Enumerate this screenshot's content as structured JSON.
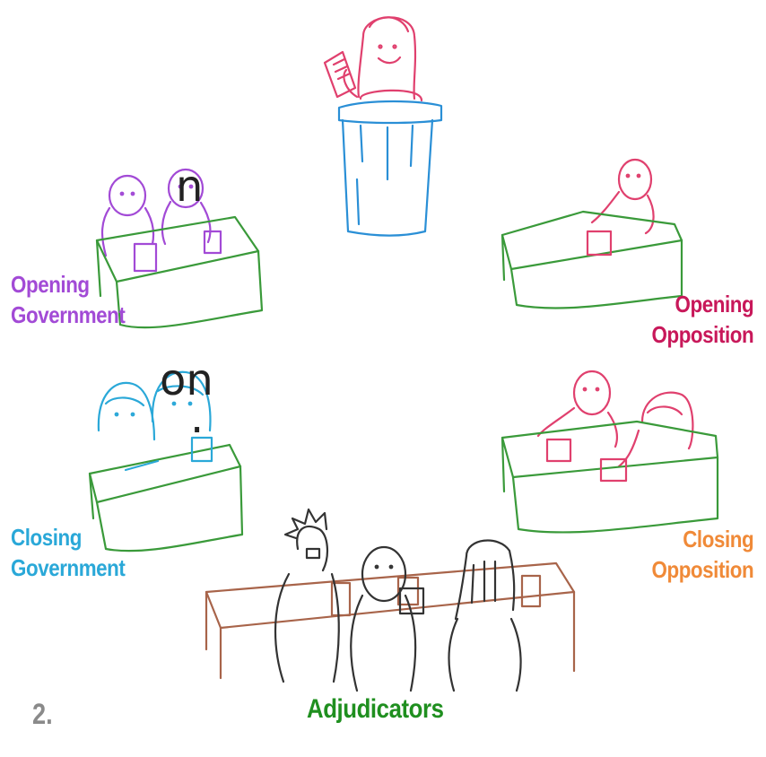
{
  "labels": {
    "opening_government": [
      "Opening",
      "Government"
    ],
    "opening_opposition": [
      "Opening",
      "Opposition"
    ],
    "closing_government": [
      "Closing",
      "Government"
    ],
    "closing_opposition": [
      "Closing",
      "Opposition"
    ],
    "adjudicators": "Adjudicators"
  },
  "slide_fragments": [
    "n",
    "on",
    "."
  ],
  "page_number": "2.",
  "colors": {
    "speaker": "#e0406e",
    "podium": "#2a8fd6",
    "table": "#3a9a3a",
    "opening_government": "#a24ad6",
    "opening_opposition": "#c8185a",
    "closing_government": "#2aa8d8",
    "closing_opposition": "#f08a38",
    "adjudicators_label": "#1f8f1f",
    "adjudicator_desk": "#a8644a"
  }
}
